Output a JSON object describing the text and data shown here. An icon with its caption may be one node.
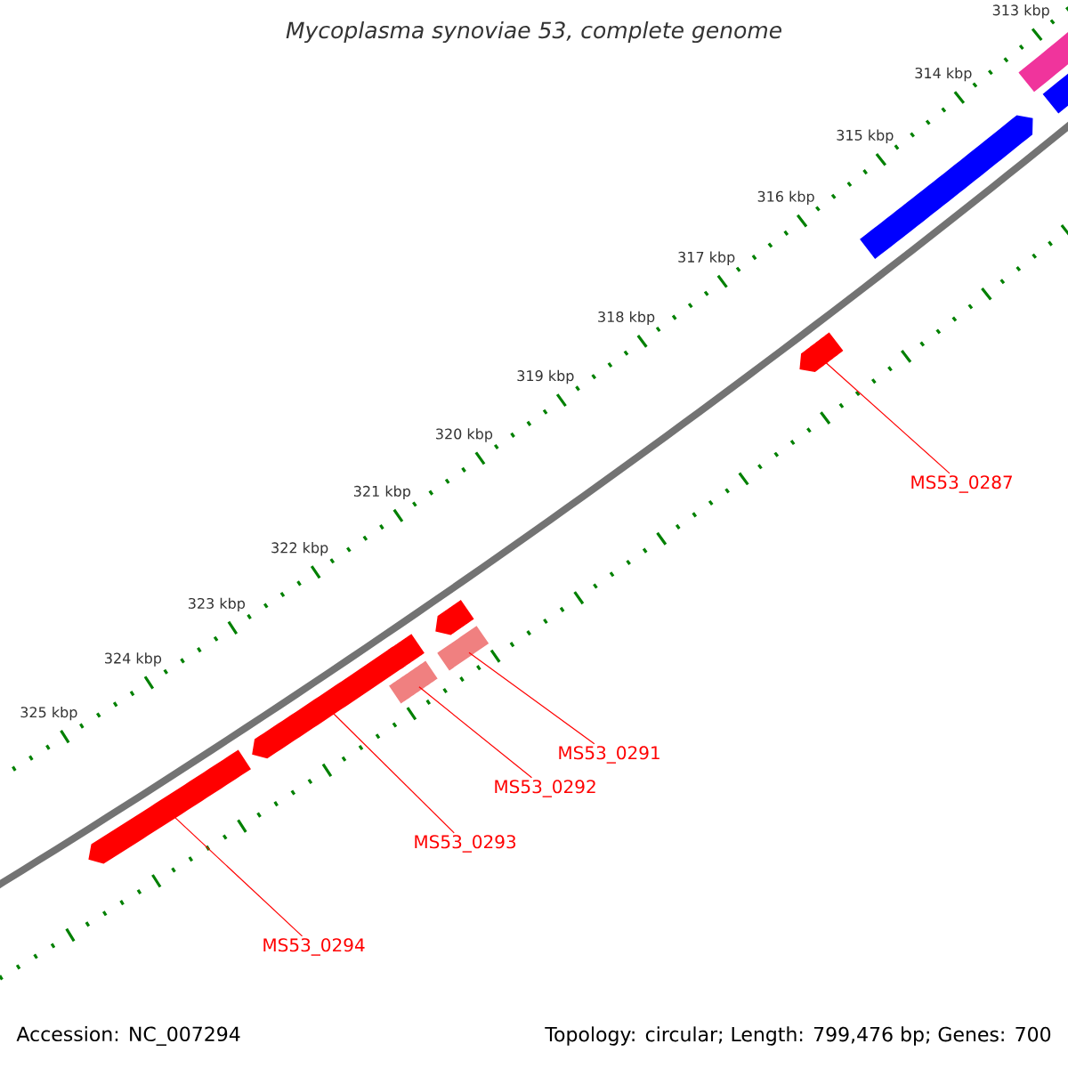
{
  "diagram": {
    "title": "Mycoplasma synoviae 53, complete genome",
    "nodes": [
      {
        "text": [],
        "shape": "bar"
      },
      {
        "text": [],
        "shape": "bar"
      },
      {
        "text": [],
        "shape": "bar"
      },
      {
        "text": [],
        "shape": "bar"
      },
      {
        "text": [],
        "shape": "bar"
      },
      {
        "text": [],
        "shape": "bar"
      },
      {
        "text": [],
        "shape": "bar"
      },
      {
        "text": [],
        "shape": "bar"
      },
      {
        "text": [],
        "shape": "bar"
      },
      {
        "text": [],
        "shape": "bar"
      },
      {
        "text": [
          "MS53_0287"
        ]
      },
      {
        "text": [
          "MS53_0291"
        ]
      },
      {
        "text": [
          "MS53_0292"
        ]
      },
      {
        "text": [
          "MS53_0293"
        ]
      },
      {
        "text": [
          "MS53_0294"
        ]
      }
    ],
    "edges": [
      {
        "from": 10,
        "to": 6,
        "arrow": "none"
      },
      {
        "from": 11,
        "to": 4,
        "arrow": "none"
      },
      {
        "from": 12,
        "to": 2,
        "arrow": "none"
      },
      {
        "from": 13,
        "to": 1,
        "arrow": "none"
      },
      {
        "from": 14,
        "to": 0,
        "arrow": "none"
      }
    ],
    "labels": [
      "313 kbp",
      "314 kbp",
      "315 kbp",
      "316 kbp",
      "317 kbp",
      "318 kbp",
      "319 kbp",
      "320 kbp",
      "321 kbp",
      "322 kbp",
      "323 kbp",
      "324 kbp",
      "325 kbp",
      "Accession: NC_007294",
      "Topology: circular; Length: 799,476 bp; Genes: 700"
    ]
  }
}
